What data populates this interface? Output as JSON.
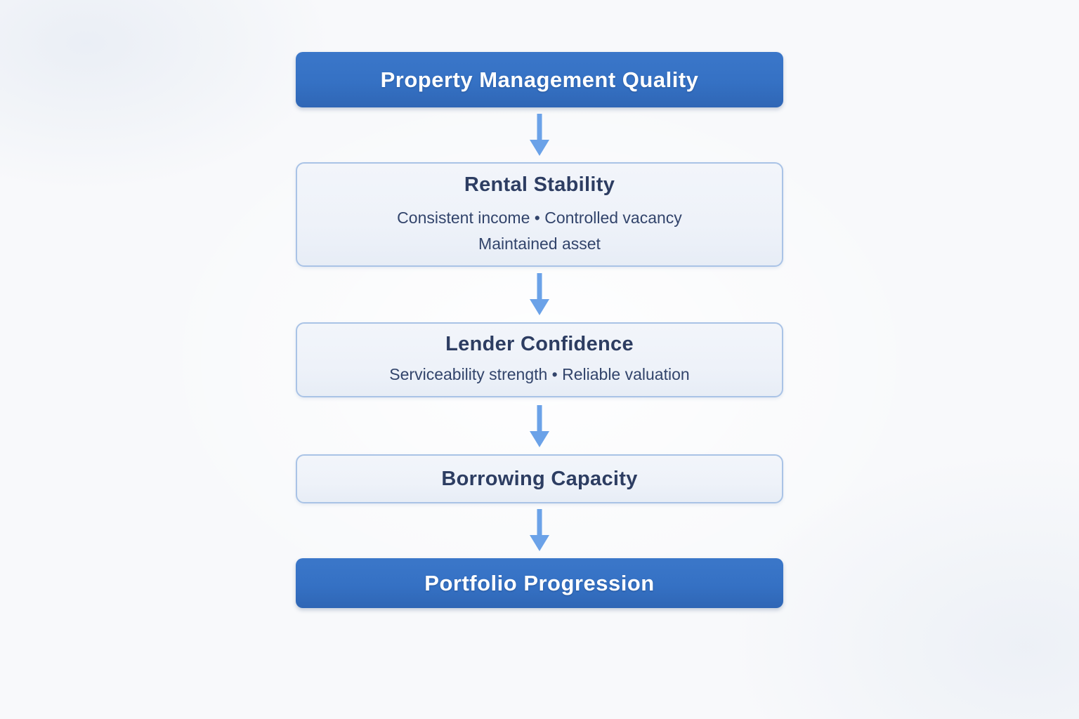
{
  "flowchart": {
    "nodes": [
      {
        "id": "property-management-quality",
        "label": "Property Management Quality",
        "type": "primary",
        "sublines": []
      },
      {
        "id": "rental-stability",
        "label": "Rental Stability",
        "type": "secondary",
        "sublines": [
          "Consistent income • Controlled vacancy",
          "Maintained asset"
        ]
      },
      {
        "id": "lender-confidence",
        "label": "Lender Confidence",
        "type": "secondary",
        "sublines": [
          "Serviceability strength • Reliable valuation"
        ]
      },
      {
        "id": "borrowing-capacity",
        "label": "Borrowing Capacity",
        "type": "secondary",
        "sublines": []
      },
      {
        "id": "portfolio-progression",
        "label": "Portfolio Progression",
        "type": "primary",
        "sublines": []
      }
    ],
    "connections": [
      {
        "from": "property-management-quality",
        "to": "rental-stability"
      },
      {
        "from": "rental-stability",
        "to": "lender-confidence"
      },
      {
        "from": "lender-confidence",
        "to": "borrowing-capacity"
      },
      {
        "from": "borrowing-capacity",
        "to": "portfolio-progression"
      }
    ],
    "colors": {
      "primary_fill": "#3571c4",
      "primary_text": "#ffffff",
      "secondary_fill": "#eef2f9",
      "secondary_border": "#a9c3e6",
      "secondary_text": "#2d3d62",
      "arrow": "#6ba2e8",
      "background": "#f8f9fb"
    }
  }
}
